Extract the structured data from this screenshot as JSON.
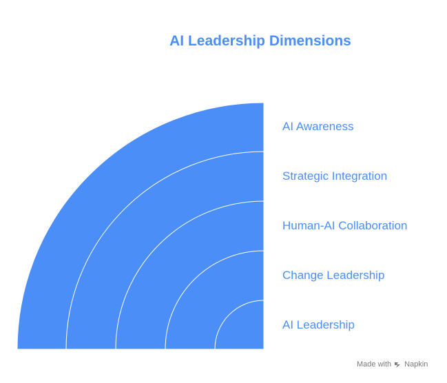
{
  "title": "AI Leadership Dimensions",
  "accent_color": "#4c8ef7",
  "layers": [
    {
      "label": "AI Awareness"
    },
    {
      "label": "Strategic Integration"
    },
    {
      "label": "Human-AI Collaboration"
    },
    {
      "label": "Change Leadership"
    },
    {
      "label": "AI Leadership"
    }
  ],
  "footer": {
    "made_with": "Made with",
    "brand": "Napkin",
    "brand_icon": "napkin-logo-icon"
  }
}
